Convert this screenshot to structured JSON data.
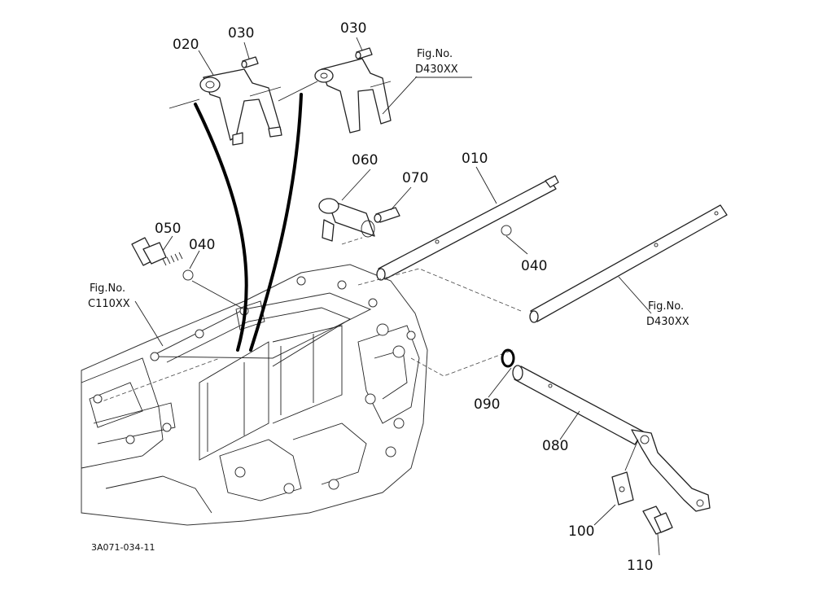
{
  "diagram": {
    "labels": {
      "p010": "010",
      "p020": "020",
      "p030a": "030",
      "p030b": "030",
      "p040a": "040",
      "p040b": "040",
      "p050": "050",
      "p060": "060",
      "p070": "070",
      "p080": "080",
      "p090": "090",
      "p100": "100",
      "p110": "110"
    },
    "refs": {
      "fig_top_1": "Fig.No.",
      "fig_top_2": "D430XX",
      "fig_left_1": "Fig.No.",
      "fig_left_2": "C110XX",
      "fig_right_1": "Fig.No.",
      "fig_right_2": "D430XX"
    },
    "doc_code": "3A071-034-11"
  }
}
